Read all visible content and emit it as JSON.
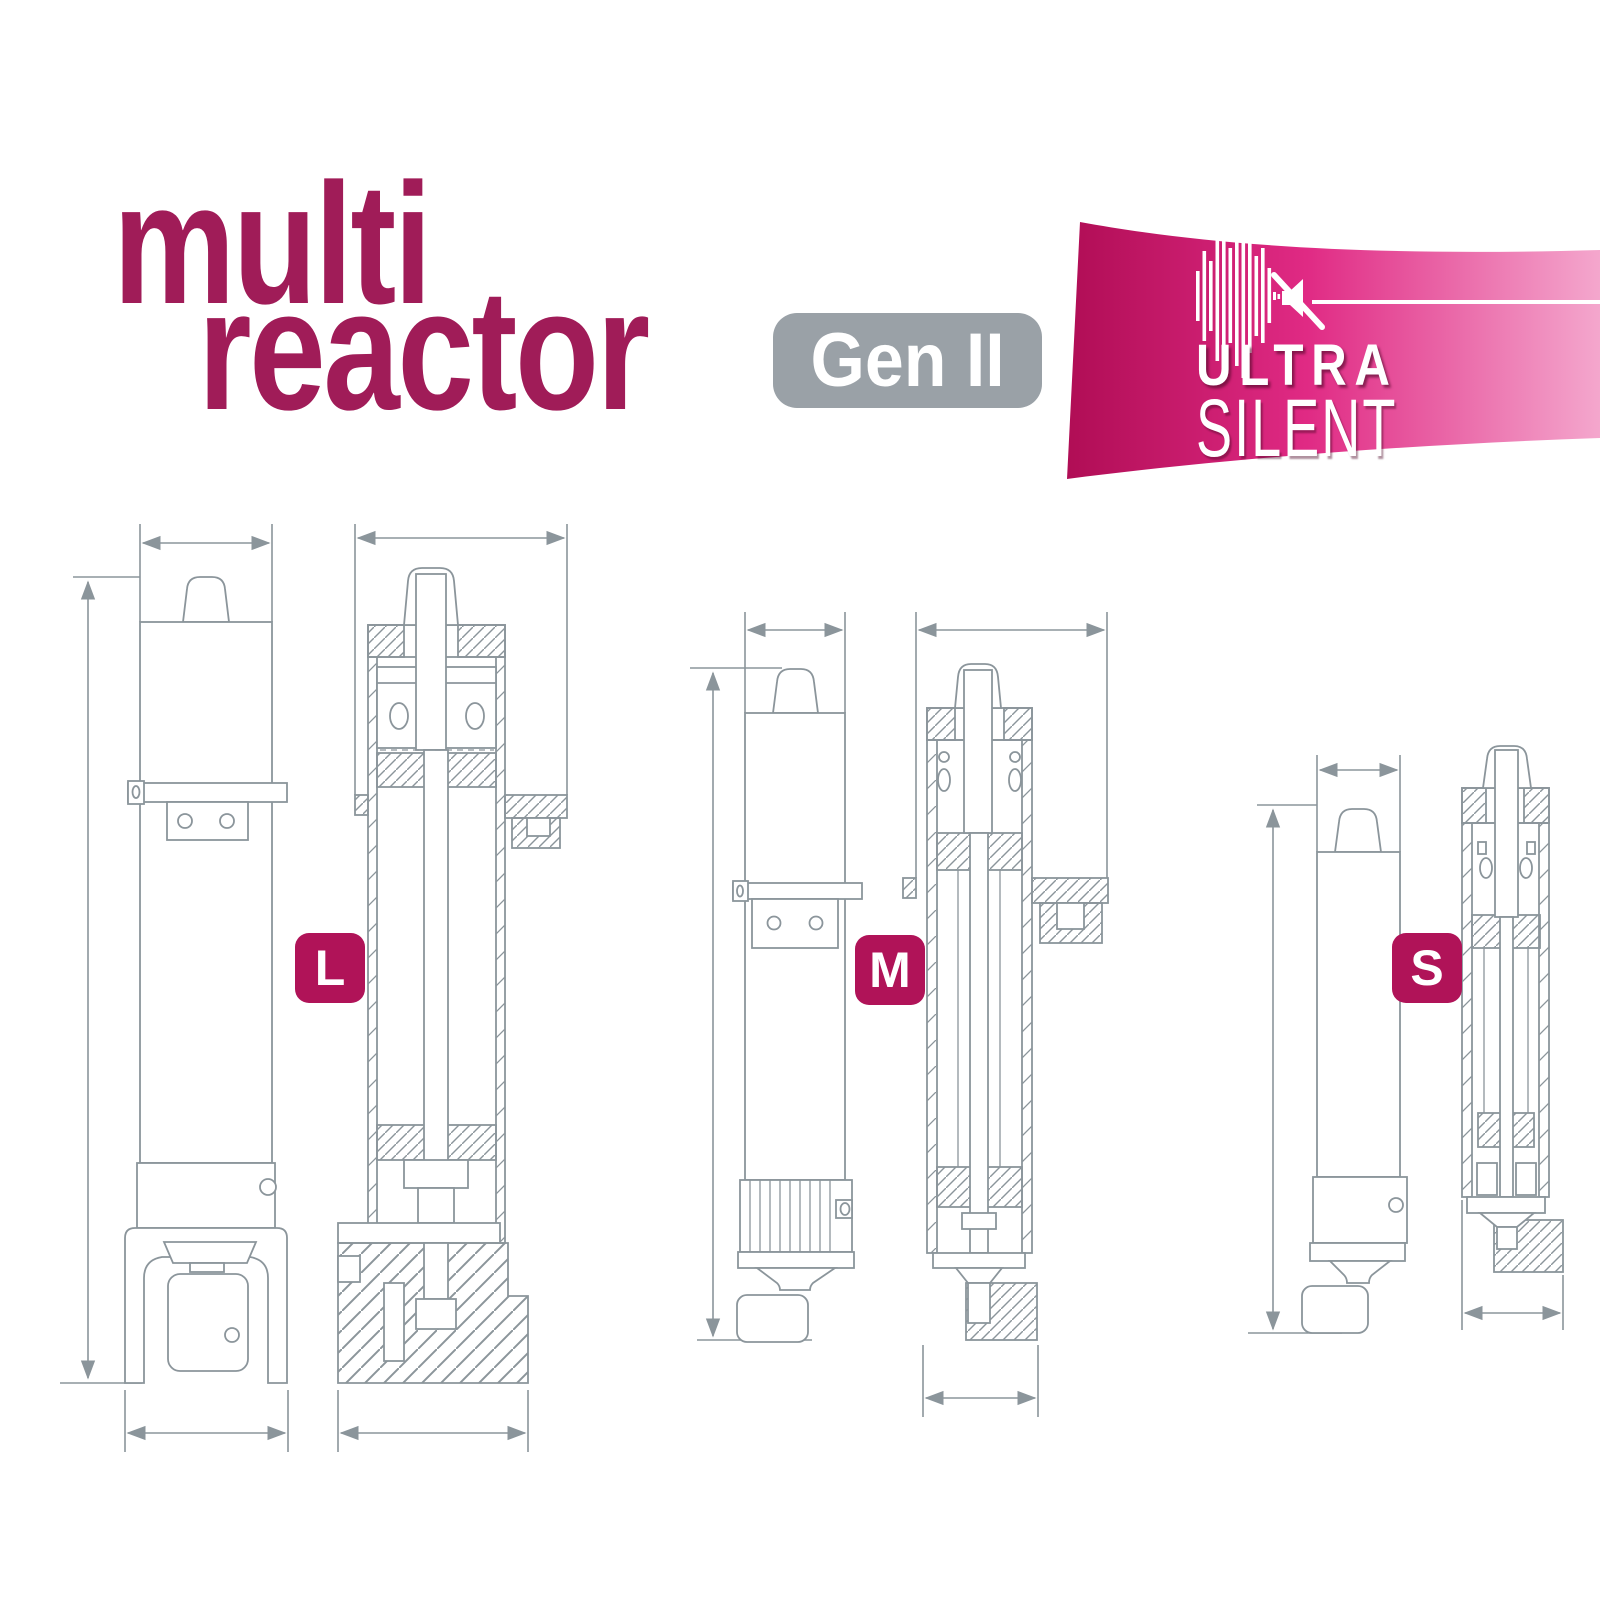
{
  "page": {
    "background": "#ffffff"
  },
  "header": {
    "title_line1": "multi",
    "title_line2": "reactor",
    "title_color": "#a01c58",
    "gen_badge_label": "Gen II",
    "gen_badge_bg": "#9aa1a7"
  },
  "ultra_silent_flag": {
    "line1": "ULTRA",
    "line2": "SILENT",
    "gradient_left": "#b00d55",
    "gradient_mid": "#e02a84",
    "gradient_right": "#f4a7cd",
    "icons": [
      "sound-wave-icon",
      "muted-speaker-icon"
    ]
  },
  "technical_drawing": {
    "line_color": "#8b959b",
    "size_badge_color": "#b01358",
    "sizes": [
      {
        "label": "L",
        "views": [
          "exterior",
          "cross-section"
        ]
      },
      {
        "label": "M",
        "views": [
          "exterior",
          "cross-section"
        ]
      },
      {
        "label": "S",
        "views": [
          "exterior",
          "cross-section"
        ]
      }
    ]
  }
}
